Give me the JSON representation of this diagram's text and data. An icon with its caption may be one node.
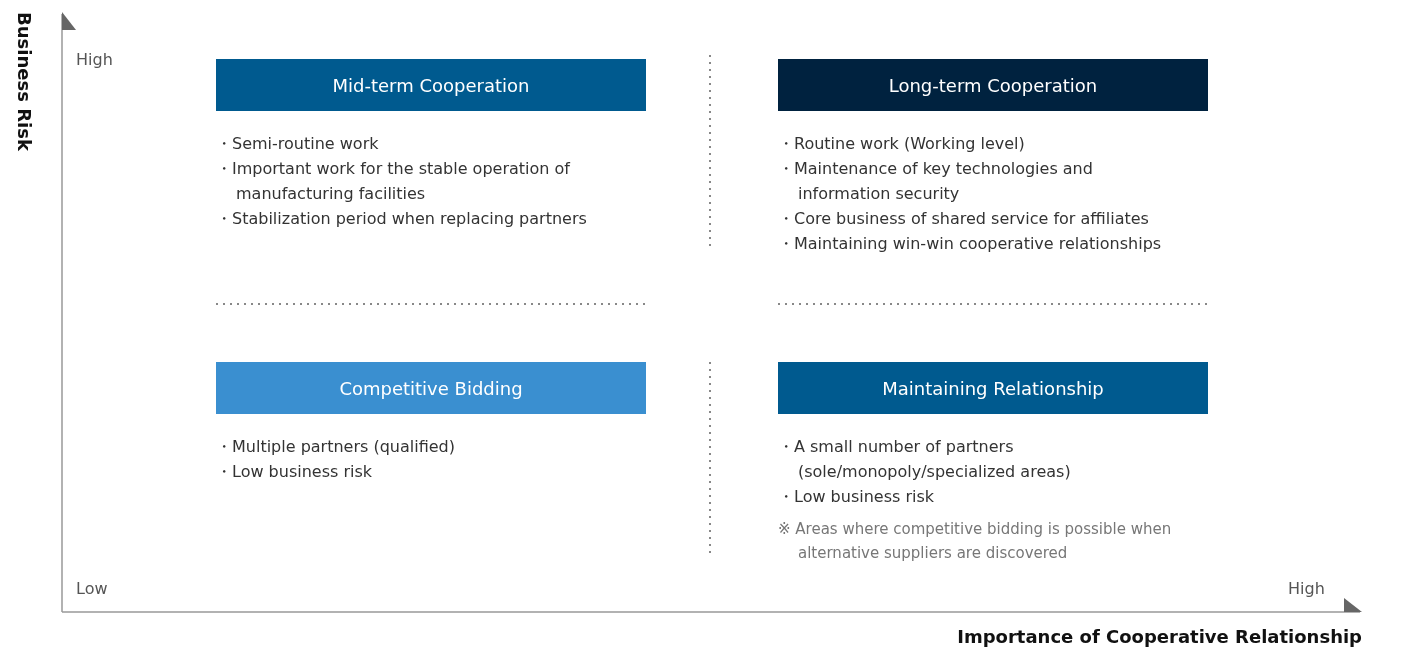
{
  "diagram": {
    "nodes": [
      {
        "text": [
          "Mid-term Cooperation",
          "・Semi-routine work",
          "・Important work for the stable operation of manufacturing facilities",
          "・Stabilization period when replacing partners"
        ]
      },
      {
        "text": [
          "Long-term Cooperation",
          "・Routine work (Working level)",
          "・Maintenance of key technologies and information security",
          "・Core business of shared service for affiliates",
          "・Maintaining win-win cooperative relationships"
        ]
      },
      {
        "text": [
          "Competitive Bidding",
          "・Multiple partners (qualified)",
          "・Low business risk"
        ]
      },
      {
        "text": [
          "Maintaining Relationship",
          "・A small number of partners (sole/monopoly/specialized areas)",
          "・Low business risk",
          "※ Areas where competitive bidding is possible when alternative suppliers are discovered"
        ]
      }
    ],
    "edges": [],
    "labels": [
      "Business Risk",
      "High",
      "Low",
      "High",
      "Importance of Cooperative Relationship"
    ]
  }
}
